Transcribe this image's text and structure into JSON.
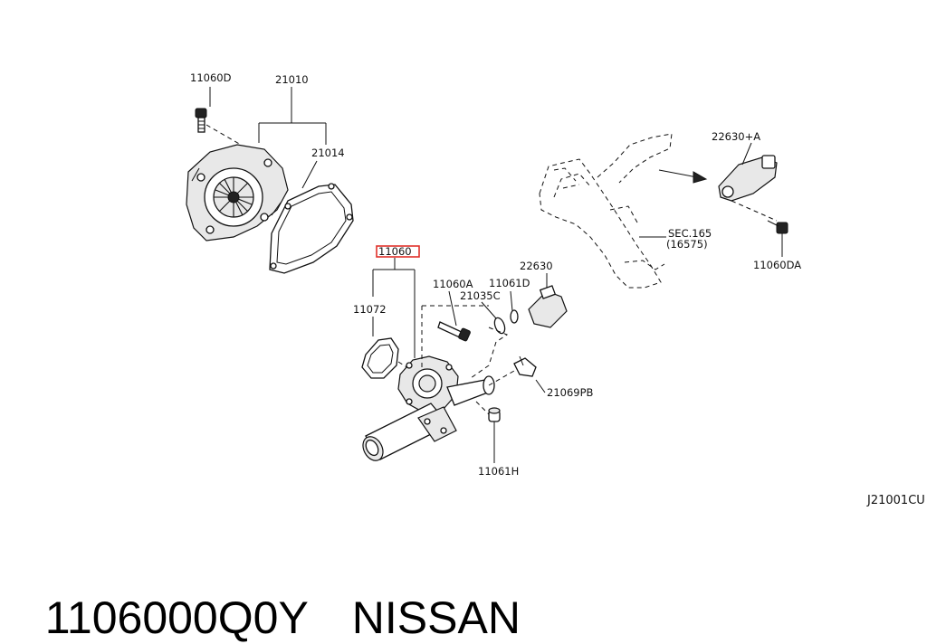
{
  "diagram": {
    "labels": {
      "p11060D": "11060D",
      "p21010": "21010",
      "p21014": "21014",
      "p11060": "11060",
      "p11072": "11072",
      "p11060A": "11060A",
      "p21035C": "21035C",
      "p11061D": "11061D",
      "p22630": "22630",
      "p21069PB": "21069PB",
      "p11061H": "11061H",
      "p22630A": "22630+A",
      "p11060DA": "11060DA",
      "sec": "SEC.165",
      "sec_sub": "(16575)",
      "ref_code": "J21001CU"
    },
    "highlight_color": "#e0302a"
  },
  "caption": {
    "part_number": "1106000Q0Y",
    "brand": "NISSAN"
  }
}
